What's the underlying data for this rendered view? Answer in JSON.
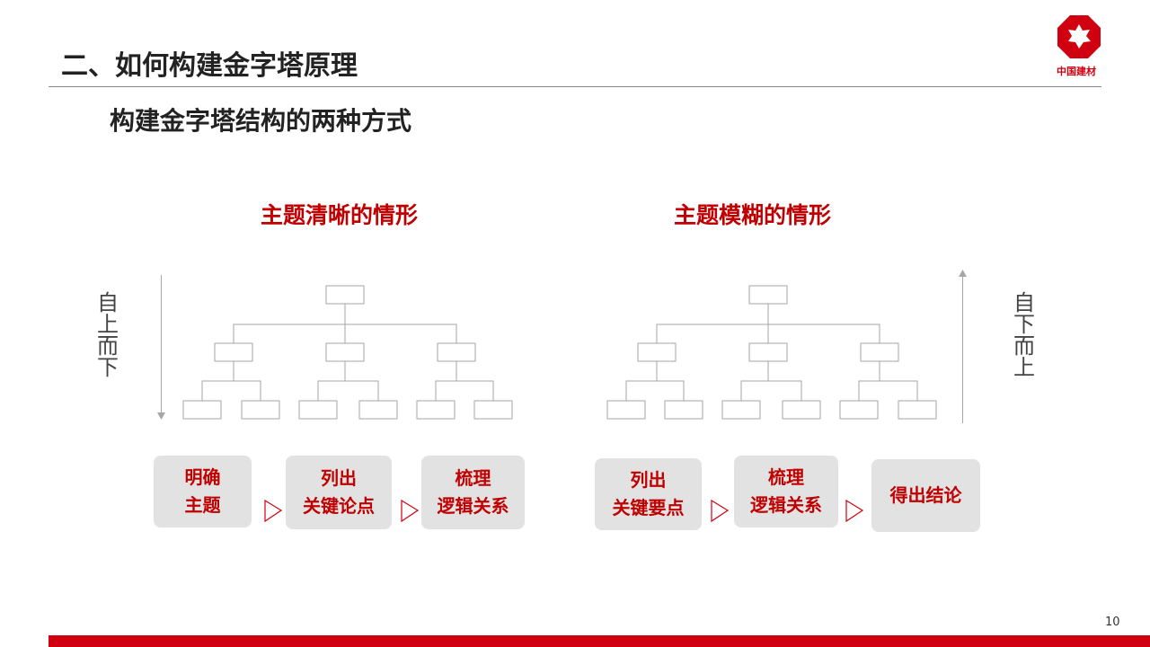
{
  "header": {
    "title": "二、如何构建金字塔原理",
    "subtitle": "构建金字塔结构的两种方式",
    "logo_text": "中国建材"
  },
  "left": {
    "heading": "主题清晰的情形",
    "direction": "自上而下",
    "steps": [
      {
        "l1": "明确",
        "l2": "主题"
      },
      {
        "l1": "列出",
        "l2": "关键论点"
      },
      {
        "l1": "梳理",
        "l2": "逻辑关系"
      }
    ]
  },
  "right": {
    "heading": "主题模糊的情形",
    "direction": "自下而上",
    "steps": [
      {
        "l1": "列出",
        "l2": "关键要点"
      },
      {
        "l1": "梳理",
        "l2": "逻辑关系"
      },
      {
        "l1": "得出结论",
        "l2": ""
      }
    ]
  },
  "page_number": "10",
  "colors": {
    "accent": "#c00000",
    "footer": "#d00010",
    "step_bg": "#e2e2e2"
  }
}
